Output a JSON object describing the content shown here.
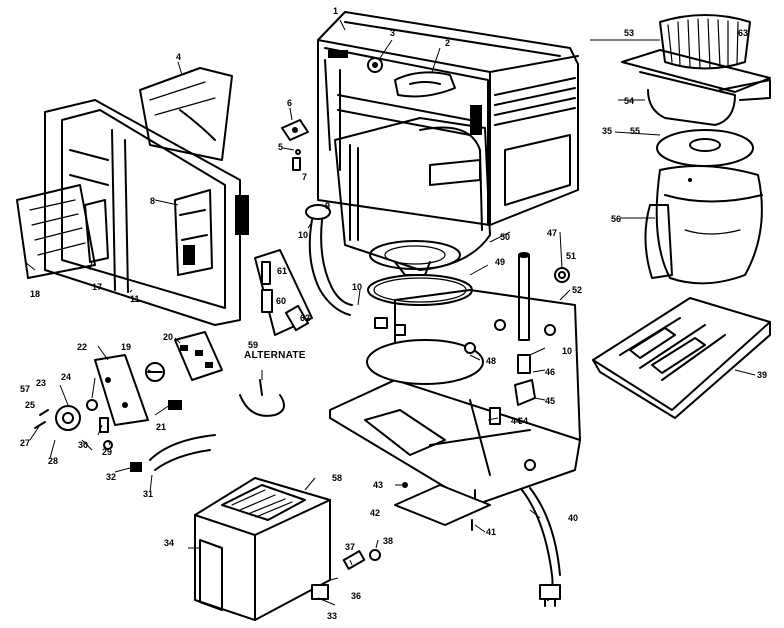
{
  "diagram": {
    "note": "ALTERNATE",
    "labels": [
      {
        "id": "l1",
        "text": "1"
      },
      {
        "id": "l2",
        "text": "2"
      },
      {
        "id": "l3",
        "text": "3"
      },
      {
        "id": "l4",
        "text": "4"
      },
      {
        "id": "l5",
        "text": "5"
      },
      {
        "id": "l6",
        "text": "6"
      },
      {
        "id": "l7",
        "text": "7"
      },
      {
        "id": "l8",
        "text": "8"
      },
      {
        "id": "l9",
        "text": "9"
      },
      {
        "id": "l10a",
        "text": "10"
      },
      {
        "id": "l10b",
        "text": "10"
      },
      {
        "id": "l10c",
        "text": "10"
      },
      {
        "id": "l11",
        "text": "11"
      },
      {
        "id": "l17",
        "text": "17"
      },
      {
        "id": "l18",
        "text": "18"
      },
      {
        "id": "l19",
        "text": "19"
      },
      {
        "id": "l20",
        "text": "20"
      },
      {
        "id": "l21",
        "text": "21"
      },
      {
        "id": "l22",
        "text": "22"
      },
      {
        "id": "l23",
        "text": "23"
      },
      {
        "id": "l24",
        "text": "24"
      },
      {
        "id": "l25",
        "text": "25"
      },
      {
        "id": "l27",
        "text": "27"
      },
      {
        "id": "l28",
        "text": "28"
      },
      {
        "id": "l29",
        "text": "29"
      },
      {
        "id": "l30",
        "text": "30"
      },
      {
        "id": "l31",
        "text": "31"
      },
      {
        "id": "l32",
        "text": "32"
      },
      {
        "id": "l33",
        "text": "33"
      },
      {
        "id": "l34",
        "text": "34"
      },
      {
        "id": "l35",
        "text": "35"
      },
      {
        "id": "l36",
        "text": "36"
      },
      {
        "id": "l37",
        "text": "37"
      },
      {
        "id": "l38",
        "text": "38"
      },
      {
        "id": "l39",
        "text": "39"
      },
      {
        "id": "l40",
        "text": "40"
      },
      {
        "id": "l41",
        "text": "41"
      },
      {
        "id": "l42",
        "text": "42"
      },
      {
        "id": "l43",
        "text": "43"
      },
      {
        "id": "l44",
        "text": "44"
      },
      {
        "id": "l45",
        "text": "45"
      },
      {
        "id": "l46",
        "text": "46"
      },
      {
        "id": "l47",
        "text": "47"
      },
      {
        "id": "l48",
        "text": "48"
      },
      {
        "id": "l49",
        "text": "49"
      },
      {
        "id": "l50",
        "text": "50"
      },
      {
        "id": "l51",
        "text": "51"
      },
      {
        "id": "l52",
        "text": "52"
      },
      {
        "id": "l53",
        "text": "53"
      },
      {
        "id": "l54",
        "text": "54"
      },
      {
        "id": "l55",
        "text": "55"
      },
      {
        "id": "l56",
        "text": "56"
      },
      {
        "id": "l57",
        "text": "57"
      },
      {
        "id": "l58",
        "text": "58"
      },
      {
        "id": "l59",
        "text": "59"
      },
      {
        "id": "l60",
        "text": "60"
      },
      {
        "id": "l61",
        "text": "61"
      },
      {
        "id": "l62",
        "text": "62"
      },
      {
        "id": "l63",
        "text": "63"
      },
      {
        "id": "l64",
        "text": "64"
      }
    ]
  }
}
